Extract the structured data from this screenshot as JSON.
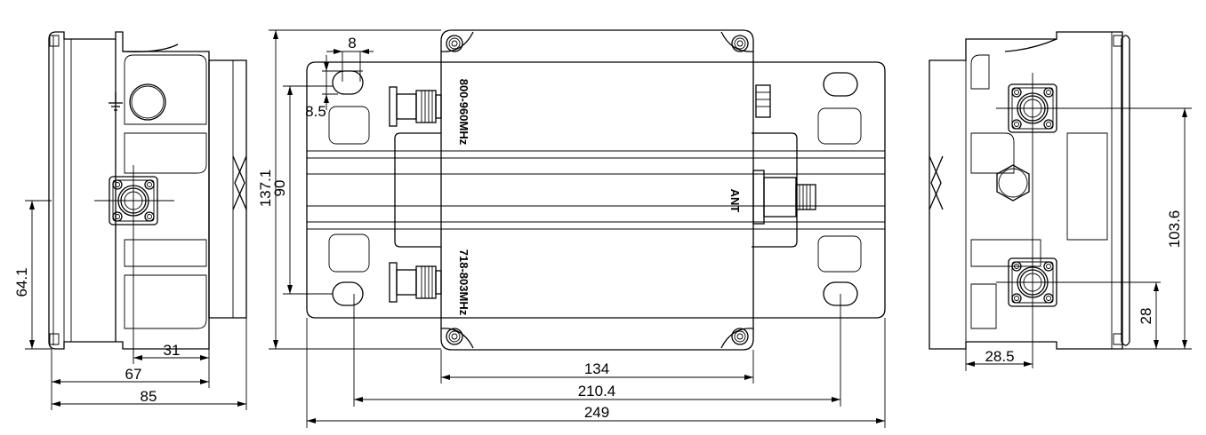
{
  "left_view": {
    "dims": {
      "overall_width": "85",
      "connector_offset_x": "67",
      "near_offset_x": "31",
      "connector_height": "64.1"
    }
  },
  "front_view": {
    "dims": {
      "height_total": "137.1",
      "hole_pitch_v": "90",
      "slot_width": "8",
      "slot_offset": "8.5",
      "box_width": "134",
      "hole_pitch_h": "210.4",
      "overall_width": "249"
    },
    "labels": {
      "port_top": "800-960MHz",
      "port_bottom": "718-803MHz",
      "port_right": "ANT"
    }
  },
  "right_view": {
    "dims": {
      "connector_pitch": "103.6",
      "lower_connector_height": "28",
      "connector_offset_x": "28.5"
    }
  }
}
